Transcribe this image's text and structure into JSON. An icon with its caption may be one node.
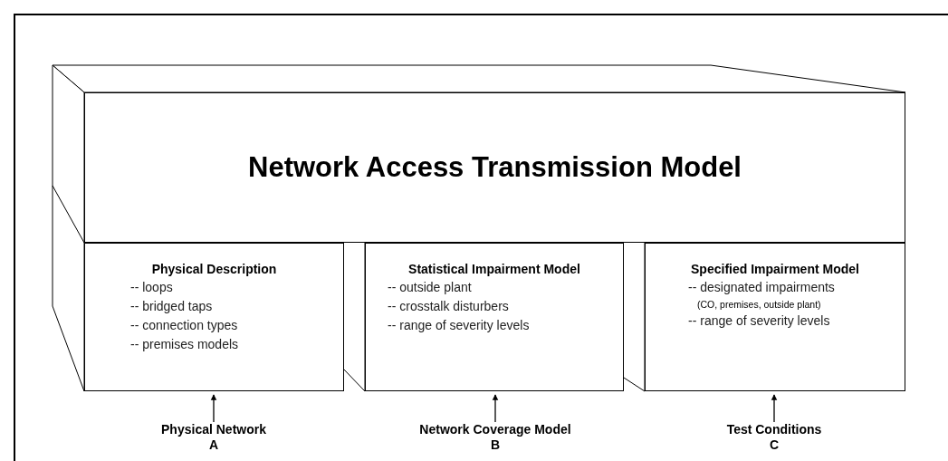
{
  "diagram": {
    "nodes": [
      {
        "text": [
          "Network Access Transmission Model"
        ]
      },
      {
        "text": [
          "Physical Description",
          "-- loops",
          "-- bridged taps",
          "-- connection types",
          "-- premises models"
        ]
      },
      {
        "text": [
          "Statistical Impairment Model",
          "-- outside plant",
          "-- crosstalk disturbers",
          "-- range of severity levels"
        ]
      },
      {
        "text": [
          "Specified Impairment Model",
          "-- designated impairments",
          "(CO, premises, outside plant)",
          "-- range of severity levels"
        ]
      },
      {
        "text": [
          "Physical Network",
          "A"
        ]
      },
      {
        "text": [
          "Network Coverage Model",
          "B"
        ]
      },
      {
        "text": [
          "Test Conditions",
          "C"
        ]
      }
    ],
    "edges": [
      {
        "from": 4,
        "to": 1,
        "arrow": "to"
      },
      {
        "from": 5,
        "to": 2,
        "arrow": "to"
      },
      {
        "from": 6,
        "to": 3,
        "arrow": "to"
      }
    ]
  }
}
